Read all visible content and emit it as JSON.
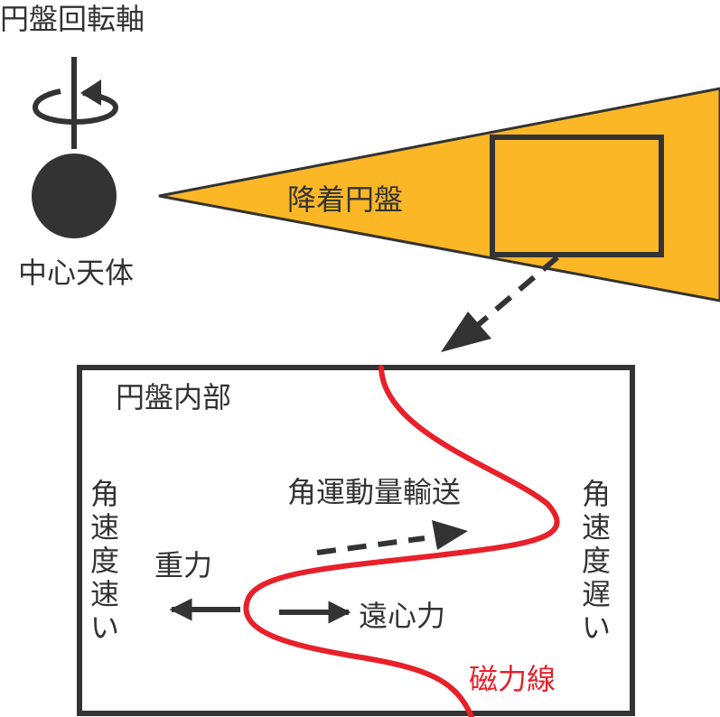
{
  "labels": {
    "rotation_axis": "円盤回転軸",
    "central_body": "中心天体",
    "accretion_disk": "降着円盤",
    "disk_interior": "円盤内部",
    "angular_momentum_transport": "角運動量輸送",
    "gravity": "重力",
    "centrifugal_force": "遠心力",
    "magnetic_field_line": "磁力線",
    "fast_angular_velocity": [
      "角",
      "速",
      "度",
      "速",
      "い"
    ],
    "slow_angular_velocity": [
      "角",
      "速",
      "度",
      "遅",
      "い"
    ]
  },
  "colors": {
    "disk_fill": "#fbb726",
    "ink": "#333333",
    "field_line": "#e8202a",
    "background": "#ffffff"
  }
}
